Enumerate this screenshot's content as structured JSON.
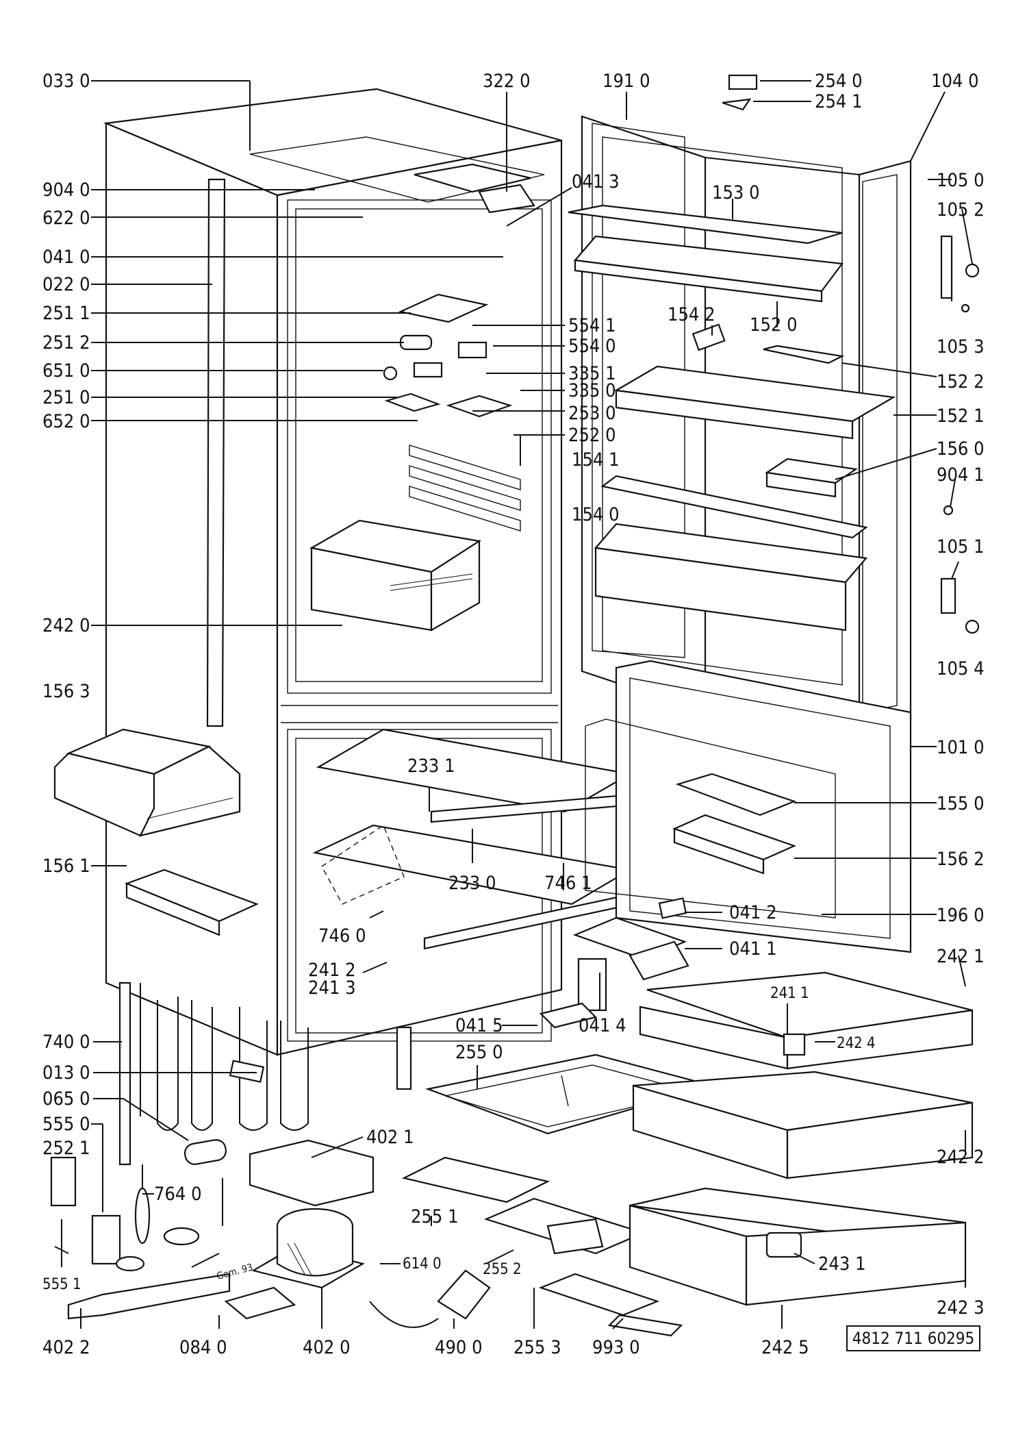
{
  "diagram_title": "",
  "reference_number": "4812 711 60295",
  "parts_left": [
    "033 0",
    "904 0",
    "622 0",
    "041 0",
    "022 0",
    "251 1",
    "251 2",
    "651 0",
    "251 0",
    "652 0",
    "242 0",
    "156 3",
    "156 1",
    "740 0",
    "013 0",
    "065 0",
    "555 0",
    "252 1",
    "555 1",
    "402 2"
  ],
  "parts_top": [
    "322 0",
    "191 0",
    "254 0",
    "254 1",
    "104 0"
  ],
  "parts_center": [
    "041 3",
    "554 1",
    "554 0",
    "335 1",
    "335 0",
    "253 0",
    "252 0",
    "154 2",
    "152 0",
    "153 0",
    "233 1",
    "233 0",
    "746 1",
    "746 0",
    "241 2",
    "241 3",
    "041 2",
    "041 1",
    "041 5",
    "041 4",
    "255 0",
    "241 1",
    "242 4",
    "402 1",
    "764 0",
    "255 1",
    "255 2",
    "614 0",
    "243 1"
  ],
  "parts_right": [
    "105 0",
    "105 2",
    "105 3",
    "152 2",
    "152 1",
    "156 0",
    "904 1",
    "154 1",
    "154 0",
    "105 1",
    "105 4",
    "101 0",
    "155 0",
    "156 2",
    "196 0",
    "242 1",
    "242 2",
    "242 3"
  ],
  "parts_bottom": [
    "084 0",
    "402 0",
    "490 0",
    "255 3",
    "993 0",
    "242 5"
  ],
  "annotations": [
    "Gem. 93"
  ]
}
